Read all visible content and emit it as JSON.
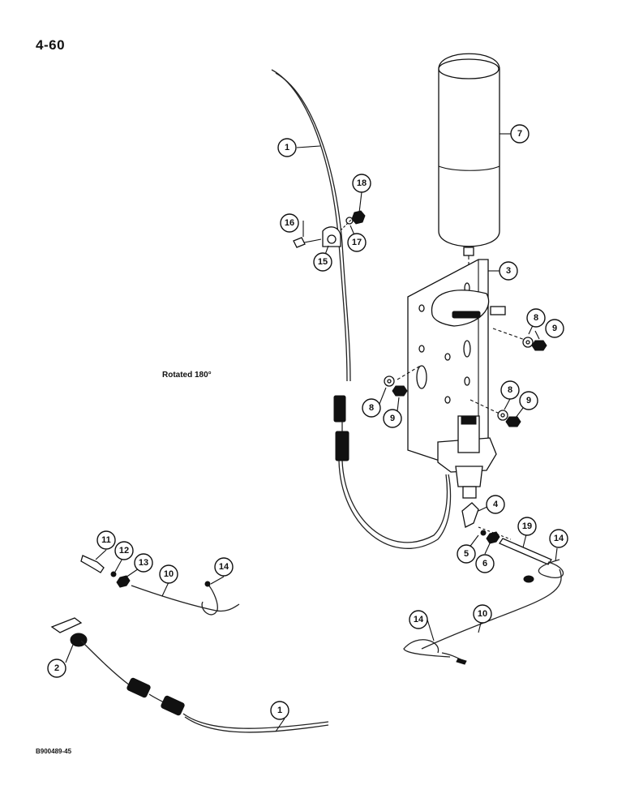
{
  "page": {
    "number": "4-60",
    "note": "Rotated 180°",
    "figure_ref": "B900489-45"
  },
  "callouts": {
    "c1a": "1",
    "c1b": "1",
    "c2": "2",
    "c3": "3",
    "c4": "4",
    "c5": "5",
    "c6": "6",
    "c7": "7",
    "c8a": "8",
    "c8b": "8",
    "c8c": "8",
    "c9a": "9",
    "c9b": "9",
    "c9c": "9",
    "c10a": "10",
    "c10b": "10",
    "c11": "11",
    "c12": "12",
    "c13": "13",
    "c14a": "14",
    "c14b": "14",
    "c14c": "14",
    "c15": "15",
    "c16": "16",
    "c17": "17",
    "c18": "18",
    "c19": "19"
  },
  "icons": [
    "cylinder-icon",
    "bracket-icon",
    "clamp-icon",
    "connector-icon",
    "sensor-icon"
  ]
}
